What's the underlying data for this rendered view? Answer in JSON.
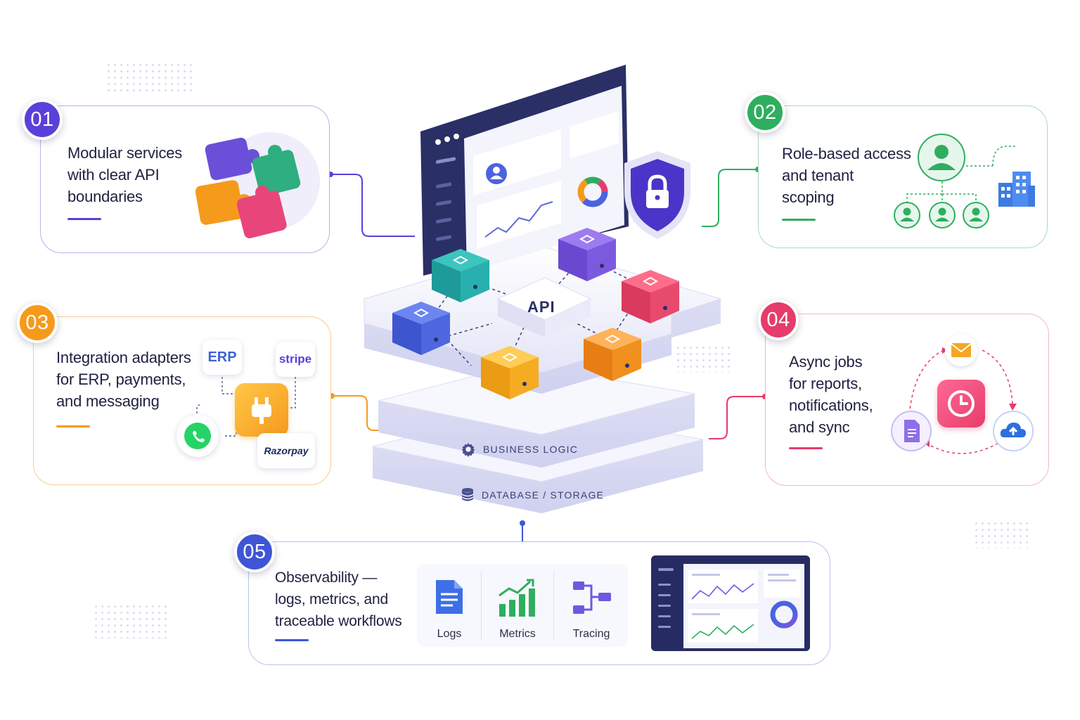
{
  "colors": {
    "purple": "#5b3fd9",
    "green": "#2fae5f",
    "orange": "#f59a1b",
    "pink": "#e63c6b",
    "blue": "#3e55d6",
    "navy": "#2a2f66"
  },
  "center": {
    "api_label": "API",
    "business_logic_label": "BUSINESS LOGIC",
    "database_label": "DATABASE / STORAGE"
  },
  "cards": [
    {
      "number": "01",
      "text": "Modular services\nwith clear API\nboundaries"
    },
    {
      "number": "02",
      "text": "Role-based access\nand tenant\nscoping"
    },
    {
      "number": "03",
      "text": "Integration adapters\nfor ERP, payments,\nand messaging"
    },
    {
      "number": "04",
      "text": "Async jobs\nfor reports,\nnotifications,\nand sync"
    },
    {
      "number": "05",
      "text": "Observability —\nlogs, metrics, and\ntraceable workflows"
    }
  ],
  "integrations": {
    "erp": "ERP",
    "stripe": "stripe",
    "razorpay": "Razorpay"
  },
  "observability": {
    "logs": "Logs",
    "metrics": "Metrics",
    "tracing": "Tracing"
  },
  "icons": [
    "puzzle-icon",
    "shield-lock-icon",
    "user-icon",
    "building-icon",
    "plug-icon",
    "whatsapp-icon",
    "mail-icon",
    "clock-icon",
    "document-icon",
    "cloud-upload-icon",
    "gear-icon",
    "database-icon",
    "logs-icon",
    "metrics-icon",
    "tracing-icon"
  ]
}
